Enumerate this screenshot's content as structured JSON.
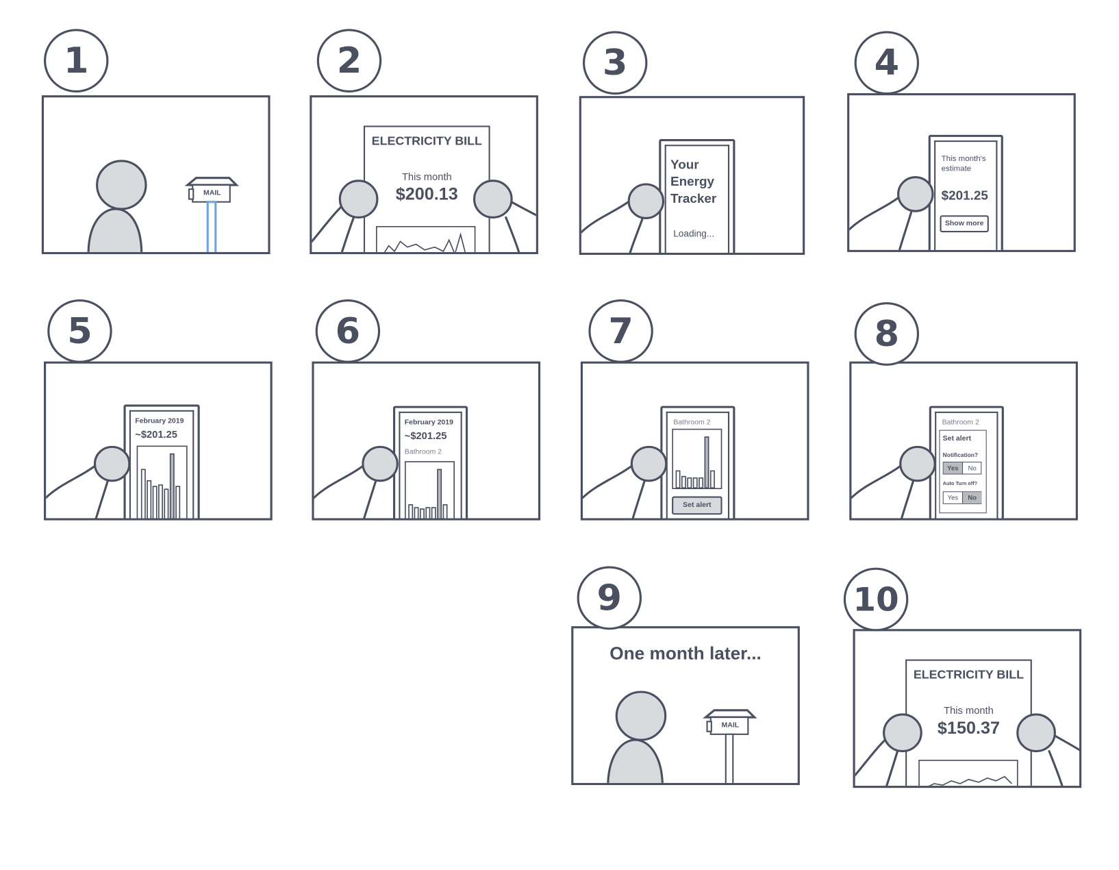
{
  "panels": [
    {
      "number": "1",
      "mail": "MAIL"
    },
    {
      "number": "2",
      "bill_title": "ELECTRICITY BILL",
      "bill_period": "This month",
      "bill_amount": "$200.13"
    },
    {
      "number": "3",
      "app_title_1": "Your",
      "app_title_2": "Energy",
      "app_title_3": "Tracker",
      "loading": "Loading..."
    },
    {
      "number": "4",
      "estimate_label_1": "This month's",
      "estimate_label_2": "estimate",
      "estimate_amount": "$201.25",
      "show_more": "Show more"
    },
    {
      "number": "5",
      "month": "February 2019",
      "amount": "~$201.25"
    },
    {
      "number": "6",
      "month": "February 2019",
      "amount": "~$201.25",
      "room": "Bathroom 2"
    },
    {
      "number": "7",
      "room": "Bathroom 2",
      "set_alert": "Set alert"
    },
    {
      "number": "8",
      "room": "Bathroom 2",
      "heading": "Set alert",
      "notification": "Notification?",
      "auto_off": "Auto Turn off?",
      "yes": "Yes",
      "no": "No"
    },
    {
      "number": "9",
      "caption": "One month later...",
      "mail": "MAIL"
    },
    {
      "number": "10",
      "bill_title": "ELECTRICITY BILL",
      "bill_period": "This month",
      "bill_amount": "$150.37"
    }
  ],
  "colors": {
    "ink": "#4a5060",
    "fill": "#d9dadd",
    "highlight": "#6aa7e0"
  }
}
